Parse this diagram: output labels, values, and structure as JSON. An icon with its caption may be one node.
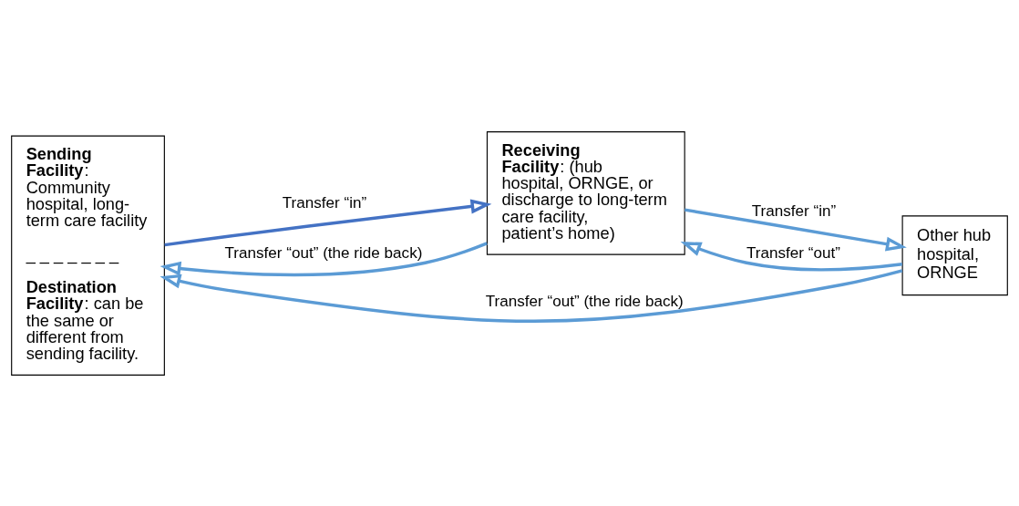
{
  "diagram": {
    "nodes": [
      {
        "text": [
          "**Sending Facility**: Community hospital, long-term care facility",
          "_ _ _ _ _ _ _",
          "**Destination Facility**: can be the same or different from sending facility."
        ]
      },
      {
        "text": [
          "**Receiving Facility**: (hub hospital, ORNGE, or discharge to long-term care facility, patient’s home)"
        ]
      },
      {
        "text": [
          "Other hub hospital, ORNGE"
        ]
      }
    ],
    "edges": [
      {
        "from": 0,
        "to": 1,
        "arrow": "to",
        "label": "Transfer “in”",
        "color": "#4472c4"
      },
      {
        "from": 1,
        "to": 0,
        "arrow": "to",
        "label": "Transfer “out” (the ride back)"
      },
      {
        "from": 2,
        "to": 1,
        "arrow": "to",
        "label": "Transfer “out”"
      },
      {
        "from": 1,
        "to": 2,
        "arrow": "to",
        "label": "Transfer “in”"
      },
      {
        "from": 2,
        "to": 0,
        "arrow": "to",
        "label": "Transfer “out” (the ride back)"
      }
    ]
  }
}
